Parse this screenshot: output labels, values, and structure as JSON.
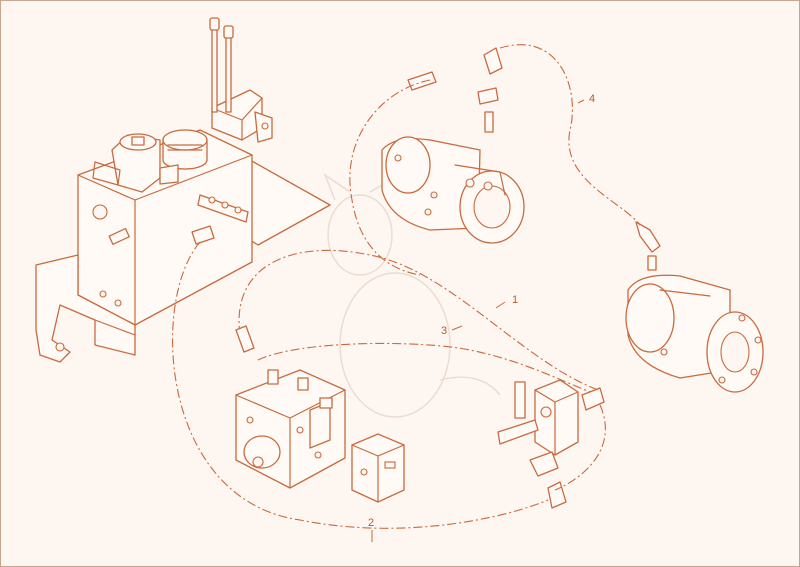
{
  "callouts": [
    {
      "id": "1",
      "label": "1"
    },
    {
      "id": "2",
      "label": "2"
    },
    {
      "id": "3",
      "label": "3"
    },
    {
      "id": "4",
      "label": "4"
    }
  ],
  "colors": {
    "line": "#c86a3e",
    "background": "#fdf6f1"
  }
}
